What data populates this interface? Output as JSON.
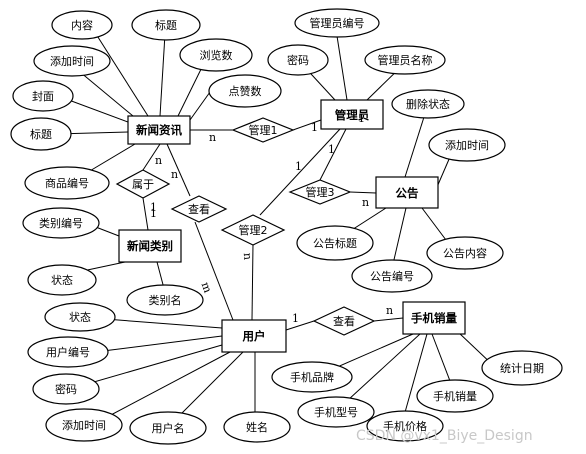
{
  "entities": {
    "news": "新闻资讯",
    "admin": "管理员",
    "notice": "公告",
    "news_category": "新闻类别",
    "user": "用户",
    "phone_sales": "手机销量"
  },
  "relationships": {
    "manage1": "管理1",
    "manage2": "管理2",
    "manage3": "管理3",
    "belongs": "属于",
    "view_news": "查看",
    "view_sales": "查看"
  },
  "attributes": {
    "news": [
      "内容",
      "标题",
      "添加时间",
      "浏览数",
      "封面",
      "点赞数",
      "标题",
      "商品编号"
    ],
    "admin": [
      "管理员编号",
      "密码",
      "管理员名称"
    ],
    "notice": [
      "删除状态",
      "添加时间",
      "公告标题",
      "公告编号",
      "公告内容"
    ],
    "news_category": [
      "类别编号",
      "状态",
      "类别名"
    ],
    "user": [
      "状态",
      "用户编号",
      "密码",
      "添加时间",
      "用户名",
      "姓名"
    ],
    "phone_sales": [
      "统计日期",
      "手机品牌",
      "手机销量",
      "手机型号",
      "手机价格"
    ]
  },
  "cardinalities": [
    "n",
    "1",
    "1",
    "n",
    "n",
    "1",
    "m",
    "1",
    "n",
    "1",
    "1",
    "n",
    "1",
    "n"
  ],
  "watermark": "CSDN @vx1_Biye_Design"
}
